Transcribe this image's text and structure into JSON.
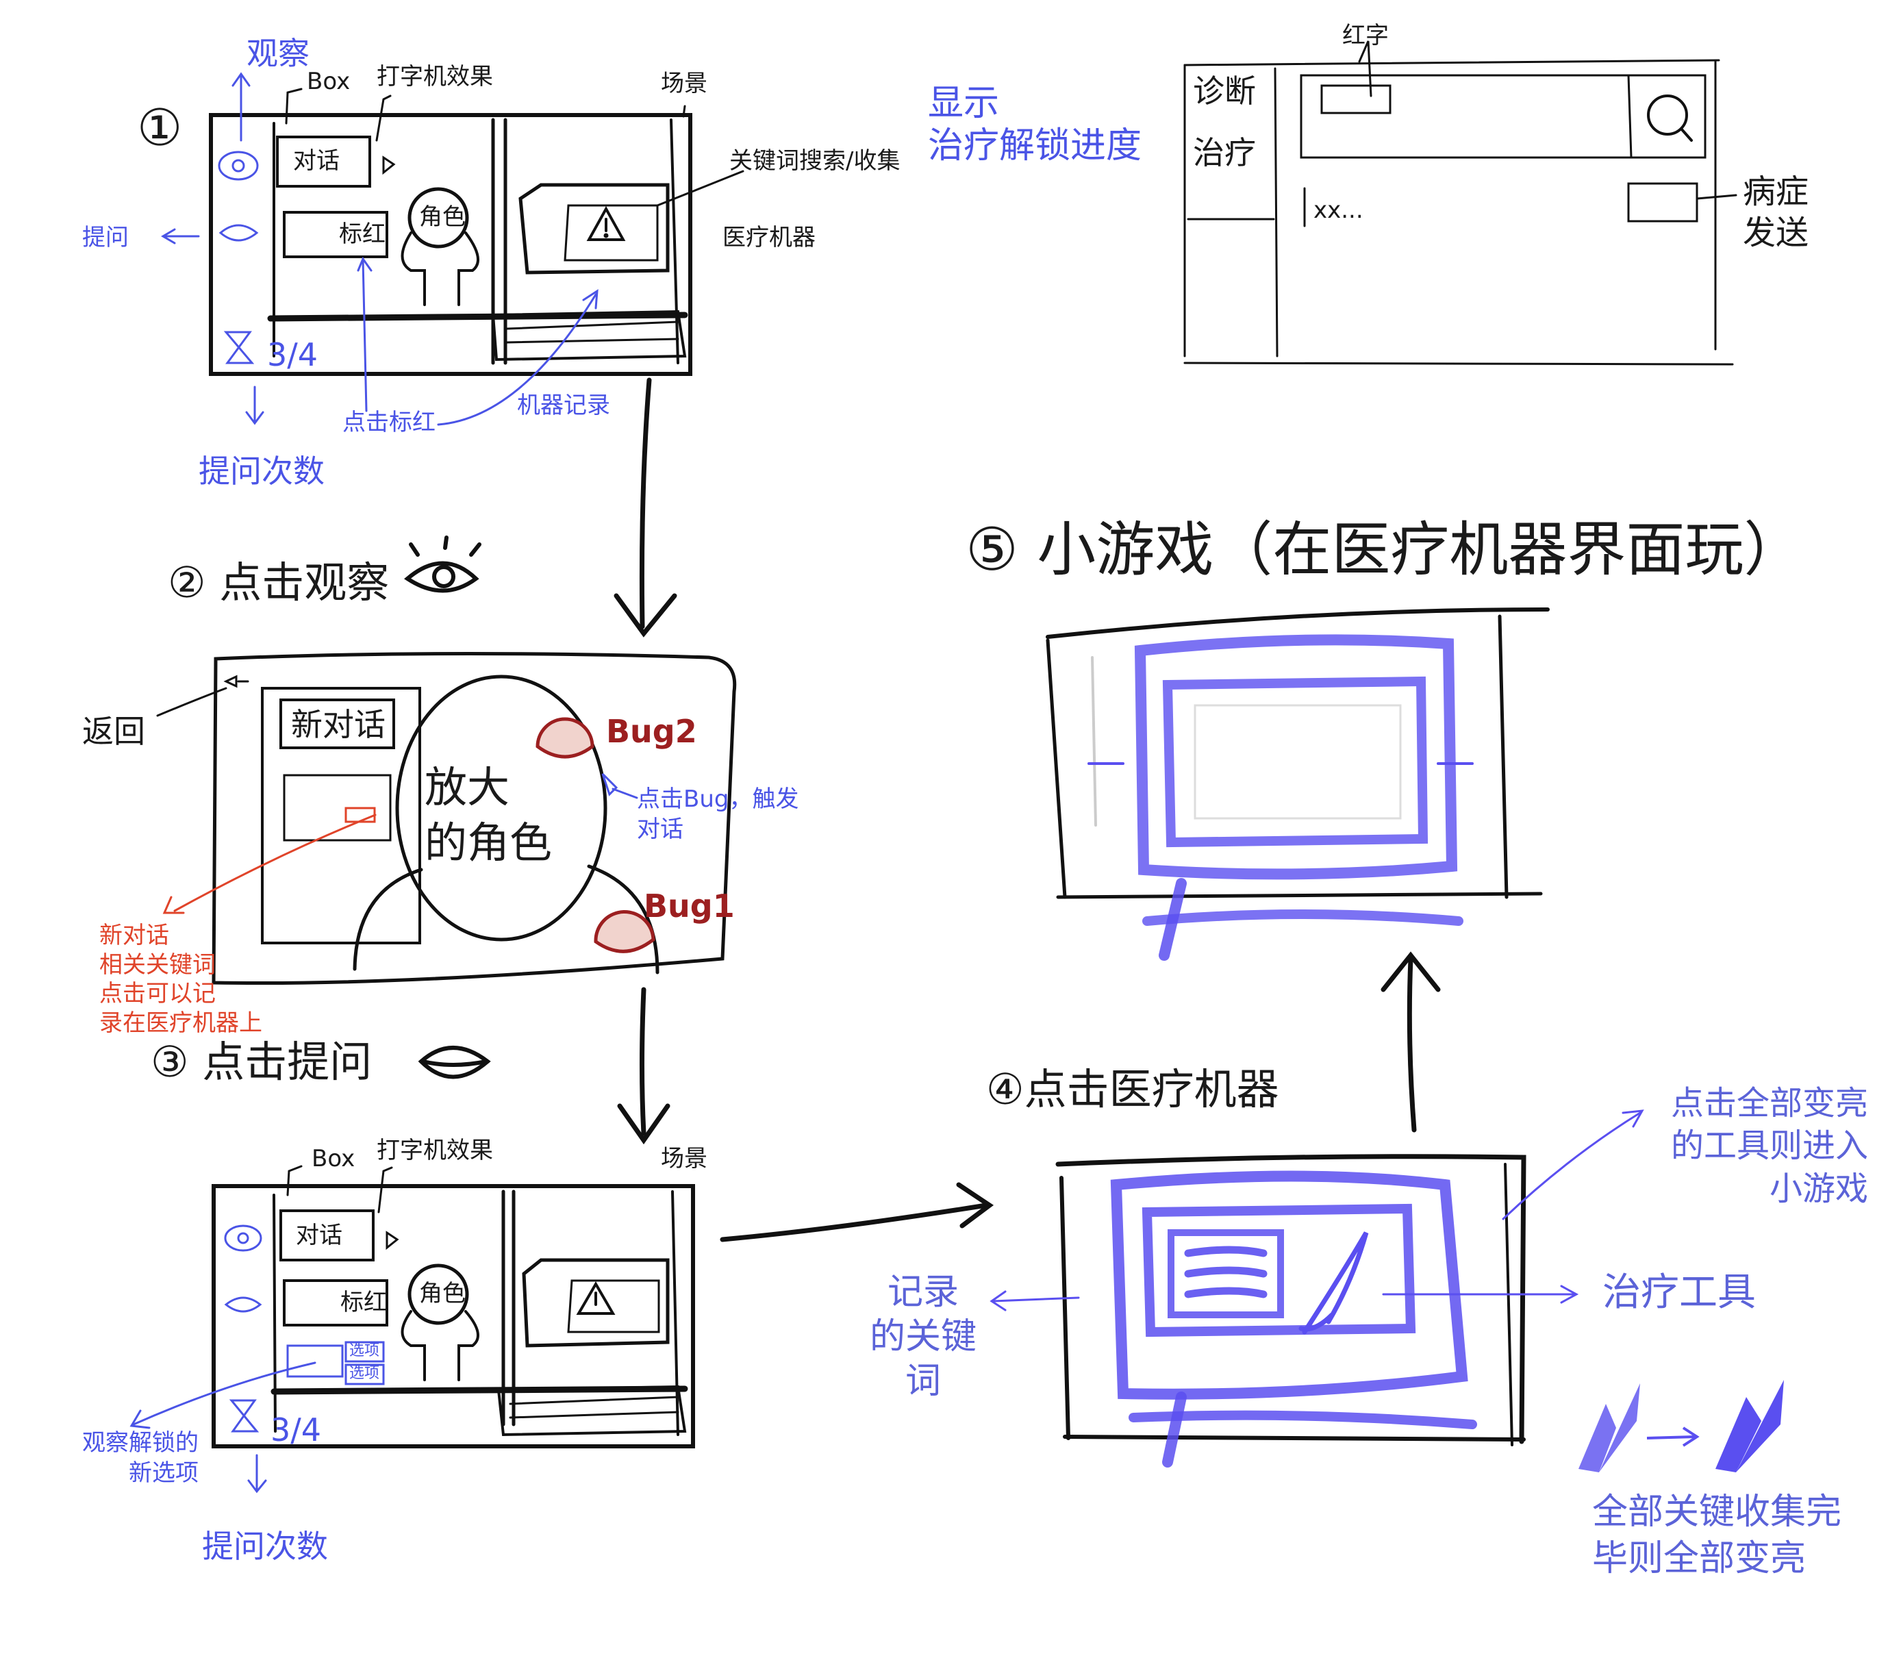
{
  "step1": {
    "number": "①",
    "label_observe": "观察",
    "label_box": "Box",
    "label_typewriter": "打字机效果",
    "label_scene": "场景",
    "label_clue_collection": "关键词搜索/收集",
    "label_show_unlock": "显示\n治疗解锁进度",
    "label_ask": "提问",
    "label_medical_machine": "医疗机器",
    "button_dialog": "对话",
    "button_mark": "标红",
    "character_label": "角色",
    "counter": "3/4",
    "label_click_mark": "点击标红",
    "label_machine_record": "机器记录",
    "label_ask_count": "提问次数"
  },
  "panel_top_right": {
    "tab_diagnosis": "诊断",
    "tab_treatment": "治疗",
    "label_red_text": "红字",
    "row_text": "xx...",
    "label_disease_send": "病症\n发送"
  },
  "step2": {
    "title": "② 点击观察",
    "label_back": "返回",
    "new_dialog": "新对话",
    "zoom_character": "放大\n的角色",
    "bug2": "Bug2",
    "bug1": "Bug1",
    "bug_note": "点击Bug，触发\n对话",
    "red_note": "新对话\n相关关键词\n点击可以记\n录在医疗机器上"
  },
  "step3": {
    "title": "③ 点击提问",
    "label_box": "Box",
    "label_typewriter": "打字机效果",
    "label_scene": "场景",
    "button_dialog": "对话",
    "button_mark": "标红",
    "character_label": "角色",
    "option_a": "选项",
    "option_b": "选项",
    "counter": "3/4",
    "label_new_options": "观察解锁的\n新选项",
    "label_ask_count": "提问次数"
  },
  "step4": {
    "title": "④点击医疗机器",
    "label_keywords": "记录\n的关键\n词",
    "label_tools": "治疗工具",
    "label_enter_game": "点击全部变亮\n的工具则进入\n小游戏",
    "label_all_collected": "全部关键收集完\n毕则全部变亮"
  },
  "step5": {
    "title": "⑤ 小游戏（在医疗机器界面玩）"
  },
  "colors": {
    "ink": "#1a1a1a",
    "blue_note": "#4a54e6",
    "machine_purple": "#5a4ff0",
    "red_note": "#e0442a",
    "bug_red": "#9c1f20"
  }
}
